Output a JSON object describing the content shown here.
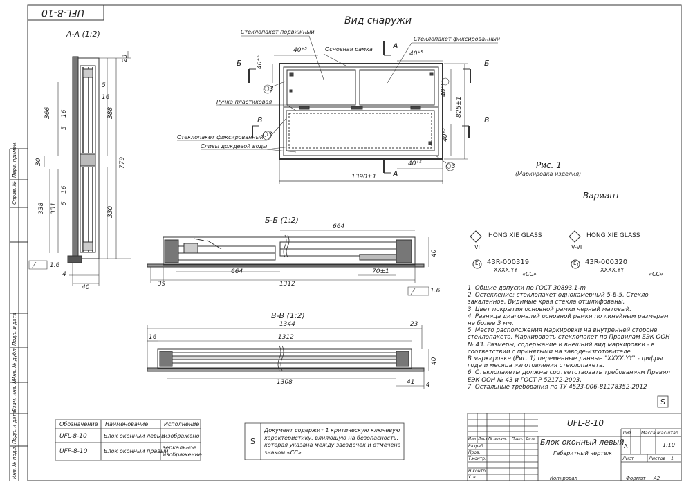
{
  "drawing_code": "UFL-8-10",
  "drawing_code_rotated": "UFL-8-10",
  "views": {
    "outside_title": "Вид снаружи",
    "section_aa": "А-А (1:2)",
    "section_bb": "Б-Б (1:2)",
    "section_vv": "В-В (1:2)",
    "fig_caption": "Рис. 1",
    "fig_sub": "(Маркировка изделия)",
    "variant": "Вариант"
  },
  "callouts": {
    "movable_unit": "Стеклопакет подвижный",
    "fixed_unit_top": "Стеклопакет фиксированный",
    "main_frame": "Основная рамка",
    "plastic_handle": "Ручка пластиковая",
    "fixed_unit_bottom": "Стеклопакет фиксированный",
    "rain_drains": "Сливы дождевой воды"
  },
  "section_letters": {
    "a": "А",
    "b": "Б",
    "v": "В"
  },
  "dims": {
    "front_40_top": "40⁺⁵",
    "front_40_top_right": "40⁺⁵",
    "front_40_left": "40⁺⁵",
    "front_40_right": "40⁺⁵",
    "front_825": "825±1",
    "front_40_right_low": "40⁺⁵",
    "front_40_bottom": "40⁺⁵",
    "front_1390": "1390±1",
    "aa_23": "23",
    "aa_5a": "5",
    "aa_16a": "16",
    "aa_366": "366",
    "aa_16b": "16",
    "aa_5b": "5",
    "aa_388": "388",
    "aa_779": "779",
    "aa_30": "30",
    "aa_16c": "16",
    "aa_5c": "5",
    "aa_338": "338",
    "aa_331": "331",
    "aa_330": "330",
    "aa_4": "4",
    "aa_40": "40",
    "aa_rough": "1.6",
    "bb_664_top": "664",
    "bb_40": "40",
    "bb_664": "664",
    "bb_70": "70±1",
    "bb_39": "39",
    "bb_1312": "1312",
    "bb_rough": "1.6",
    "vv_1344": "1344",
    "vv_23": "23",
    "vv_16": "16",
    "vv_1312": "1312",
    "vv_40": "40",
    "vv_1308": "1308",
    "vv_41": "41",
    "vv_4": "4",
    "hex": "⬡3",
    "hex2": "⬡3",
    "hex3": "⬡3"
  },
  "markings": [
    {
      "brand": "HONG XIE GLASS",
      "code": "VI",
      "cert": "43R-000319",
      "date": "XXXX.YY",
      "cc": "«CC»"
    },
    {
      "brand": "HONG XIE GLASS",
      "code": "V-VI",
      "cert": "43R-000320",
      "date": "XXXX.YY",
      "cc": "«CC»"
    }
  ],
  "mark_e": "E",
  "mark_e_num": "1",
  "notes": [
    "1. Общие допуски по ГОСТ 30893.1-m",
    "2. Остекление: стеклопакет однокамерный 5-6-5. Стекло закаленное. Видимые края стекла отшлифованы.",
    "3. Цвет покрытия основной рамки черный матовый.",
    "4. Разница диагоналей основной рамки по линейным размерам не более 3 мм.",
    "5. Место расположения маркировки на внутренней стороне стеклопакета. Маркировать стеклопакет по Правилам ЕЭК ООН № 43. Размеры, содержание и внешний вид маркировки - в соответствии с принятыми на заводе-изготовителе",
    "В маркировке (Рис. 1) переменные данные \"XXXX.YY\" - цифры года и месяца изготовления стеклопакета.",
    "6. Стеклопакеты должны соответствовать требованиям Правил ЕЭК ООН № 43 и ГОСТ Р 52172-2003.",
    "7. Остальные требования по ТУ 4523-006-81178352-2012"
  ],
  "s_mark": "S",
  "variants_table": {
    "headers": [
      "Обозначение",
      "Наименование",
      "Исполнение"
    ],
    "rows": [
      [
        "UFL-8-10",
        "Блок оконный левый",
        "изображено"
      ],
      [
        "UFP-8-10",
        "Блок оконный правый",
        "зеркальное изображение"
      ]
    ]
  },
  "critical_note": {
    "symbol": "S",
    "text": "Документ содержит 1 критическую ключевую характеристику, влияющую на безопасность, которая указана между звездочек и отмечена знаком «CC»"
  },
  "title_block": {
    "code": "UFL-8-10",
    "name": "Блок оконный левый",
    "doc_type": "Габаритный чертеж",
    "lit_label": "Лит.",
    "mass_label": "Масса",
    "scale_label": "Масштаб",
    "lit_value": "А",
    "scale_value": "1:10",
    "sheet_label": "Лист",
    "sheets_label": "Листов",
    "sheets_value": "1",
    "rows": [
      "Изм",
      "Лист",
      "№ докум.",
      "Подп.",
      "Дата"
    ],
    "roles": [
      "Разраб.",
      "Пров.",
      "Т.контр.",
      "",
      "Н.контр.",
      "Утв."
    ],
    "copied": "Копировал",
    "format": "Формат",
    "format_value": "А2"
  },
  "side_stamp": [
    "Перв. примен.",
    "Справ. №",
    "Подп. и дата",
    "Инв. № дубл.",
    "Взам. инв. №",
    "Подп. и дата",
    "Инв. № подл."
  ]
}
